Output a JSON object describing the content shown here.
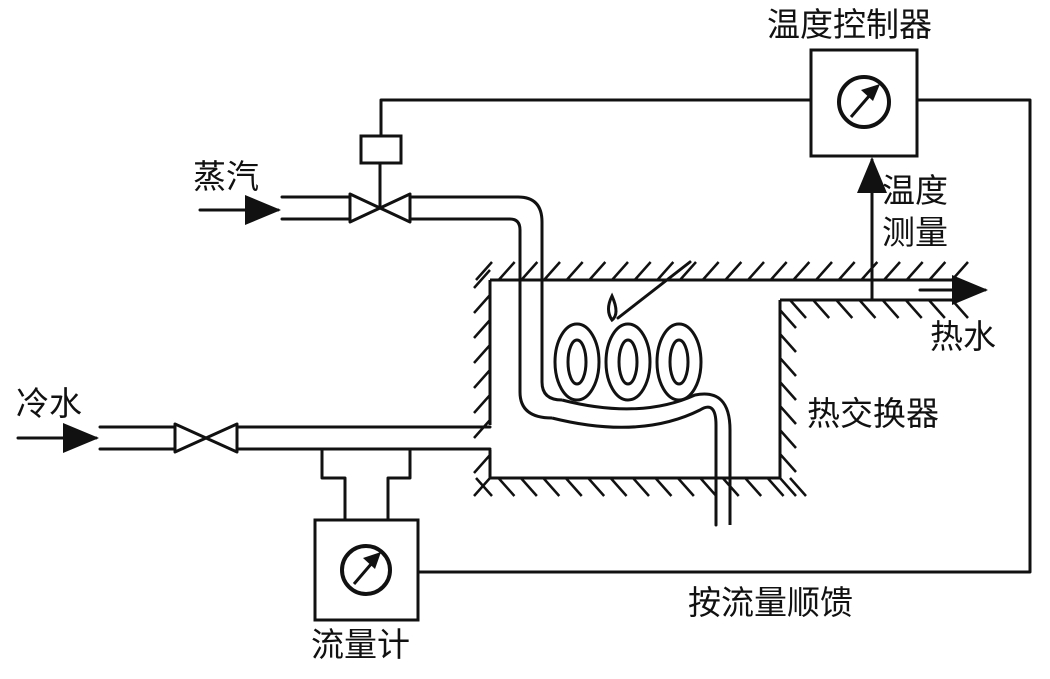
{
  "labels": {
    "temperature_controller": "温度控制器",
    "steam": "蒸汽",
    "temperature_measurement_line1": "温度",
    "temperature_measurement_line2": "测量",
    "hot_water": "热水",
    "cold_water": "冷水",
    "heat_exchanger": "热交换器",
    "flow_meter": "流量计",
    "feedforward_by_flow": "按流量顺馈"
  },
  "colors": {
    "line": "#111111",
    "background": "#ffffff"
  },
  "icons": [
    "gauge-icon",
    "control-valve-icon",
    "hand-valve-icon",
    "actuator-icon",
    "flow-arrow-icon"
  ]
}
